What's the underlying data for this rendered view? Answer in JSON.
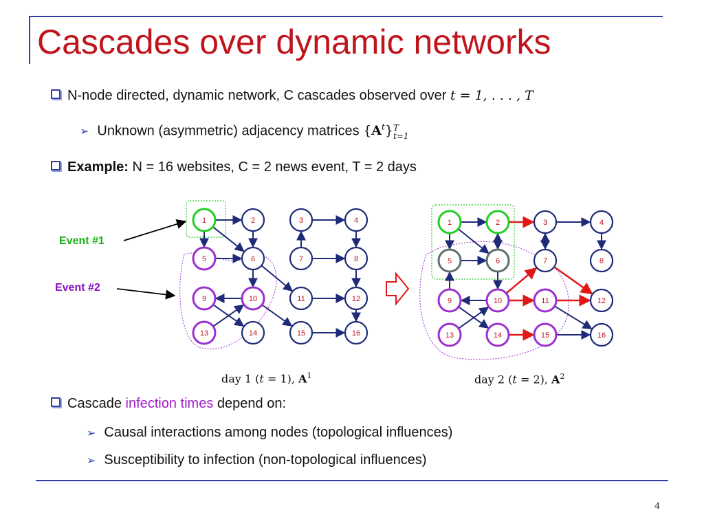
{
  "title": "Cascades over dynamic networks",
  "bullets": {
    "b1_text": "N-node directed, dynamic network, C cascades observed over",
    "b1_math": "t = 1, . . . , T",
    "b1_sub_text": "Unknown (asymmetric) adjacency matrices",
    "b1_sub_math_open": "{",
    "b1_sub_math_A": "A",
    "b1_sub_math_t": "t",
    "b1_sub_math_close": "}",
    "b1_sub_math_sup": "T",
    "b1_sub_math_sub": "t=1",
    "b2_bold": "Example:",
    "b2_text": "N = 16 websites, C = 2 news event, T = 2 days",
    "b3_text_a": "Cascade",
    "b3_text_purple": "infection times",
    "b3_text_b": "depend on:",
    "b3_sub1": "Causal interactions among nodes (topological influences)",
    "b3_sub2": "Susceptibility to infection (non-topological influences)"
  },
  "labels": {
    "event1": "Event #1",
    "event2": "Event #2",
    "caption1_pre": "day 1 (",
    "caption1_t": "t",
    "caption1_eq": " = 1), ",
    "caption1_A": "A",
    "caption1_sup": "1",
    "caption2_pre": "day 2 (",
    "caption2_t": "t",
    "caption2_eq": " = 2), ",
    "caption2_A": "A",
    "caption2_sup": "2"
  },
  "page_number": "4",
  "colors": {
    "title": "#c0141c",
    "accent": "#2f3fa8",
    "event1": "#12b312",
    "event2": "#8a12c4",
    "node_default": "#1f2a78",
    "node_event1": "#22cc22",
    "node_event2": "#9b2fd0",
    "node_both": "#5a6e6e",
    "edge": "#1f2a78",
    "edge_new": "#e01818",
    "purple_text": "#a01ec8"
  },
  "graphs": [
    {
      "nodes": [
        {
          "id": "1",
          "state": "event1"
        },
        {
          "id": "2",
          "state": "default"
        },
        {
          "id": "3",
          "state": "default"
        },
        {
          "id": "4",
          "state": "default"
        },
        {
          "id": "5",
          "state": "event2"
        },
        {
          "id": "6",
          "state": "default"
        },
        {
          "id": "7",
          "state": "default"
        },
        {
          "id": "8",
          "state": "default"
        },
        {
          "id": "9",
          "state": "event2"
        },
        {
          "id": "10",
          "state": "event2"
        },
        {
          "id": "11",
          "state": "default"
        },
        {
          "id": "12",
          "state": "default"
        },
        {
          "id": "13",
          "state": "event2"
        },
        {
          "id": "14",
          "state": "default"
        },
        {
          "id": "15",
          "state": "default"
        },
        {
          "id": "16",
          "state": "default"
        }
      ],
      "edges": [
        [
          "1",
          "2"
        ],
        [
          "1",
          "5"
        ],
        [
          "1",
          "6"
        ],
        [
          "2",
          "6"
        ],
        [
          "3",
          "4"
        ],
        [
          "4",
          "8"
        ],
        [
          "5",
          "6"
        ],
        [
          "6",
          "10"
        ],
        [
          "6",
          "11"
        ],
        [
          "7",
          "3"
        ],
        [
          "7",
          "8"
        ],
        [
          "8",
          "12"
        ],
        [
          "10",
          "9"
        ],
        [
          "9",
          "14"
        ],
        [
          "10",
          "15"
        ],
        [
          "11",
          "12"
        ],
        [
          "12",
          "16"
        ],
        [
          "13",
          "10"
        ],
        [
          "15",
          "16"
        ]
      ]
    },
    {
      "nodes": [
        {
          "id": "1",
          "state": "event1"
        },
        {
          "id": "2",
          "state": "event1"
        },
        {
          "id": "3",
          "state": "default"
        },
        {
          "id": "4",
          "state": "default"
        },
        {
          "id": "5",
          "state": "both"
        },
        {
          "id": "6",
          "state": "both"
        },
        {
          "id": "7",
          "state": "default"
        },
        {
          "id": "8",
          "state": "default"
        },
        {
          "id": "9",
          "state": "event2"
        },
        {
          "id": "10",
          "state": "event2"
        },
        {
          "id": "11",
          "state": "event2"
        },
        {
          "id": "12",
          "state": "default"
        },
        {
          "id": "13",
          "state": "event2"
        },
        {
          "id": "14",
          "state": "event2"
        },
        {
          "id": "15",
          "state": "event2"
        },
        {
          "id": "16",
          "state": "default"
        }
      ],
      "edges": [
        [
          "1",
          "2",
          "old"
        ],
        [
          "1",
          "5",
          "old"
        ],
        [
          "1",
          "6",
          "old"
        ],
        [
          "2",
          "6",
          "old"
        ],
        [
          "2",
          "3",
          "new"
        ],
        [
          "3",
          "4",
          "old"
        ],
        [
          "4",
          "8",
          "old"
        ],
        [
          "5",
          "6",
          "old"
        ],
        [
          "6",
          "2",
          "old"
        ],
        [
          "6",
          "10",
          "old"
        ],
        [
          "7",
          "3",
          "old"
        ],
        [
          "7",
          "12",
          "new"
        ],
        [
          "11",
          "12",
          "new"
        ],
        [
          "10",
          "9",
          "old"
        ],
        [
          "10",
          "7",
          "new"
        ],
        [
          "10",
          "11",
          "new"
        ],
        [
          "9",
          "5",
          "old"
        ],
        [
          "9",
          "14",
          "old"
        ],
        [
          "13",
          "10",
          "old"
        ],
        [
          "14",
          "15",
          "new"
        ],
        [
          "15",
          "16",
          "old"
        ],
        [
          "3",
          "7",
          "old"
        ],
        [
          "11",
          "16",
          "old"
        ]
      ]
    }
  ]
}
